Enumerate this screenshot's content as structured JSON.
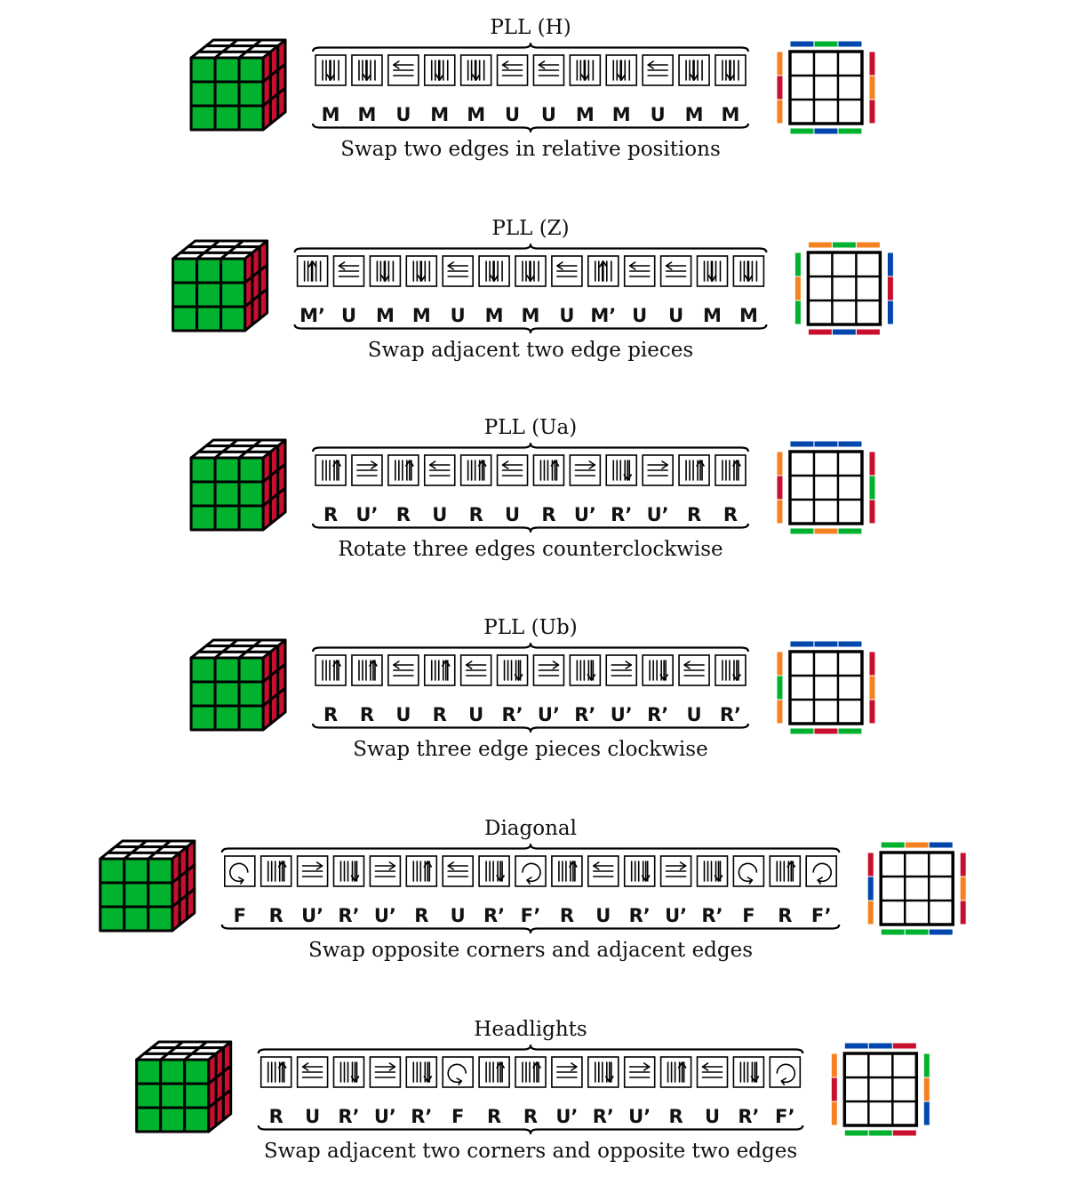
{
  "colors": {
    "green": "#00b22d",
    "red": "#c8102e",
    "orange": "#f58220",
    "blue": "#0046ad",
    "white": "#ffffff",
    "black": "#000000"
  },
  "sections": [
    {
      "title": "PLL (H)",
      "description": "Swap two edges in relative positions",
      "moves": [
        "M",
        "M",
        "U",
        "M",
        "M",
        "U",
        "U",
        "M",
        "M",
        "U",
        "M",
        "M"
      ],
      "icons": [
        "m-down-icon",
        "m-down-icon",
        "u-left-icon",
        "m-down-icon",
        "m-down-icon",
        "u-left-icon",
        "u-left-icon",
        "m-down-icon",
        "m-down-icon",
        "u-left-icon",
        "m-down-icon",
        "m-down-icon"
      ],
      "top_view": {
        "top": [
          "blue",
          "green",
          "blue"
        ],
        "left": [
          "orange",
          "red",
          "orange"
        ],
        "right": [
          "red",
          "orange",
          "red"
        ],
        "bottom": [
          "green",
          "blue",
          "green"
        ]
      }
    },
    {
      "title": "PLL (Z)",
      "description": "Swap adjacent two edge pieces",
      "moves": [
        "M’",
        "U",
        "M",
        "M",
        "U",
        "M",
        "M",
        "U",
        "M’",
        "U",
        "U",
        "M",
        "M"
      ],
      "icons": [
        "m-up-icon",
        "u-left-icon",
        "m-down-icon",
        "m-down-icon",
        "u-left-icon",
        "m-down-icon",
        "m-down-icon",
        "u-left-icon",
        "m-up-icon",
        "u-left-icon",
        "u-left-icon",
        "m-down-icon",
        "m-down-icon"
      ],
      "top_view": {
        "top": [
          "orange",
          "green",
          "orange"
        ],
        "left": [
          "green",
          "orange",
          "green"
        ],
        "right": [
          "blue",
          "red",
          "blue"
        ],
        "bottom": [
          "red",
          "blue",
          "red"
        ]
      }
    },
    {
      "title": "PLL (Ua)",
      "description": "Rotate three edges counterclockwise",
      "moves": [
        "R",
        "U’",
        "R",
        "U",
        "R",
        "U",
        "R",
        "U’",
        "R’",
        "U’",
        "R",
        "R"
      ],
      "icons": [
        "r-up-icon",
        "u-right-icon",
        "r-up-icon",
        "u-left-icon",
        "r-up-icon",
        "u-left-icon",
        "r-up-icon",
        "u-right-icon",
        "r-down-icon",
        "u-right-icon",
        "r-up-icon",
        "r-up-icon"
      ],
      "top_view": {
        "top": [
          "blue",
          "blue",
          "blue"
        ],
        "left": [
          "orange",
          "red",
          "orange"
        ],
        "right": [
          "red",
          "green",
          "red"
        ],
        "bottom": [
          "green",
          "orange",
          "green"
        ]
      }
    },
    {
      "title": "PLL (Ub)",
      "description": "Swap three edge pieces clockwise",
      "moves": [
        "R",
        "R",
        "U",
        "R",
        "U",
        "R’",
        "U’",
        "R’",
        "U’",
        "R’",
        "U",
        "R’"
      ],
      "icons": [
        "r-up-icon",
        "r-up-icon",
        "u-left-icon",
        "r-up-icon",
        "u-left-icon",
        "r-down-icon",
        "u-right-icon",
        "r-down-icon",
        "u-right-icon",
        "r-down-icon",
        "u-left-icon",
        "r-down-icon"
      ],
      "top_view": {
        "top": [
          "blue",
          "blue",
          "blue"
        ],
        "left": [
          "orange",
          "green",
          "orange"
        ],
        "right": [
          "red",
          "orange",
          "red"
        ],
        "bottom": [
          "green",
          "red",
          "green"
        ]
      }
    },
    {
      "title": "Diagonal",
      "description": "Swap opposite corners and adjacent edges",
      "moves": [
        "F",
        "R",
        "U’",
        "R’",
        "U’",
        "R",
        "U",
        "R’",
        "F’",
        "R",
        "U",
        "R’",
        "U’",
        "R’",
        "F",
        "R",
        "F’"
      ],
      "icons": [
        "f-cw-icon",
        "r-up-icon",
        "u-right-icon",
        "r-down-icon",
        "u-right-icon",
        "r-up-icon",
        "u-left-icon",
        "r-down-icon",
        "f-ccw-icon",
        "r-up-icon",
        "u-left-icon",
        "r-down-icon",
        "u-right-icon",
        "r-down-icon",
        "f-cw-icon",
        "r-up-icon",
        "f-ccw-icon"
      ],
      "top_view": {
        "top": [
          "green",
          "orange",
          "blue"
        ],
        "left": [
          "red",
          "blue",
          "orange"
        ],
        "right": [
          "red",
          "orange",
          "red"
        ],
        "bottom": [
          "green",
          "green",
          "blue"
        ]
      }
    },
    {
      "title": "Headlights",
      "description": "Swap adjacent two corners and opposite two edges",
      "moves": [
        "R",
        "U",
        "R’",
        "U’",
        "R’",
        "F",
        "R",
        "R",
        "U’",
        "R’",
        "U’",
        "R",
        "U",
        "R’",
        "F’"
      ],
      "icons": [
        "r-up-icon",
        "u-left-icon",
        "r-down-icon",
        "u-right-icon",
        "r-down-icon",
        "f-cw-icon",
        "r-up-icon",
        "r-up-icon",
        "u-right-icon",
        "r-down-icon",
        "u-right-icon",
        "r-up-icon",
        "u-left-icon",
        "r-down-icon",
        "f-ccw-icon"
      ],
      "top_view": {
        "top": [
          "blue",
          "blue",
          "red"
        ],
        "left": [
          "orange",
          "red",
          "orange"
        ],
        "right": [
          "green",
          "orange",
          "blue"
        ],
        "bottom": [
          "green",
          "green",
          "red"
        ]
      }
    }
  ]
}
